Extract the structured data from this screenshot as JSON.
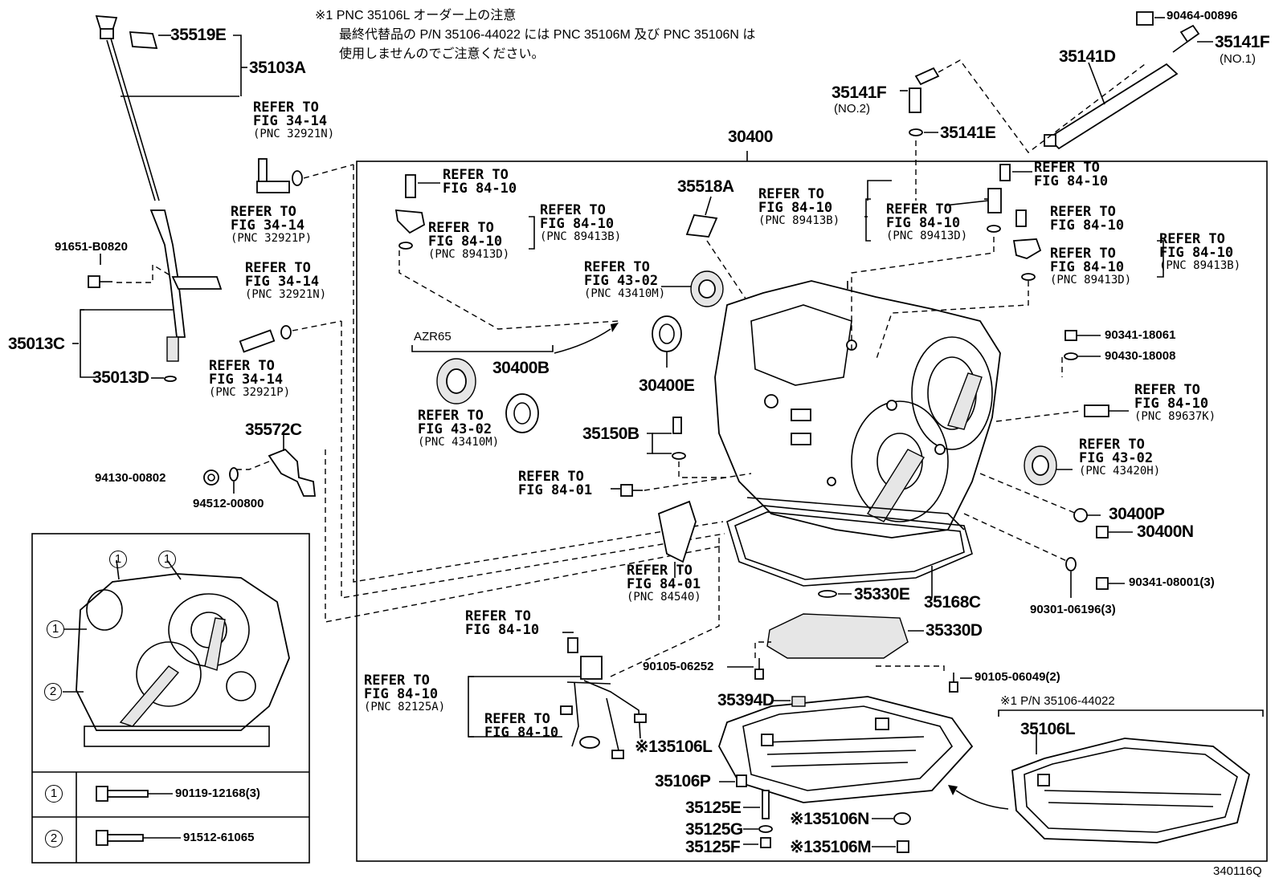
{
  "note": {
    "line1": "※1 PNC 35106L オーダー上の注意",
    "line2": "最終代替品の P/N 35106-44022 には PNC 35106M 及び PNC 35106N は",
    "line3": "使用しませんのでご注意ください。"
  },
  "labels": {
    "p35519E": "35519E",
    "p35103A": "35103A",
    "p91651B0820": "91651-B0820",
    "p35013C": "35013C",
    "p35013D": "35013D",
    "p35572C": "35572C",
    "p9413000802": "94130-00802",
    "p9451200800": "94512-00800",
    "p30400": "30400",
    "p35518A": "35518A",
    "p35141F_no2": "35141F",
    "no2": "(NO.2)",
    "p35141E": "35141E",
    "p35141D": "35141D",
    "p9046400896": "90464-00896",
    "p35141F_no1": "35141F",
    "no1": "(NO.1)",
    "azr65": "AZR65",
    "p30400B": "30400B",
    "p30400E": "30400E",
    "p35150B": "35150B",
    "p9034118061": "90341-18061",
    "p9043018008": "90430-18008",
    "p30400P": "30400P",
    "p30400N": "30400N",
    "p9034108001": "90341-08001(3)",
    "p9030106196": "90301-06196(3)",
    "p35330E": "35330E",
    "p35168C": "35168C",
    "p35330D": "35330D",
    "p9010506252": "90105-06252",
    "p9010506049": "90105-06049(2)",
    "p35394D": "35394D",
    "p35106L_main": "※135106L",
    "p35106P": "35106P",
    "p35125E": "35125E",
    "p35125G": "35125G",
    "p35125F": "35125F",
    "p35106N": "※135106N",
    "p35106M": "※135106M",
    "alt_note": "※1 P/N 35106-44022",
    "p35106L_alt": "35106L",
    "fig_code": "340116Q"
  },
  "refs": [
    {
      "key": "r1",
      "t1": "REFER TO",
      "t2": "FIG 34-14",
      "t3": "(PNC 32921N)"
    },
    {
      "key": "r2",
      "t1": "REFER TO",
      "t2": "FIG 34-14",
      "t3": "(PNC 32921P)"
    },
    {
      "key": "r3",
      "t1": "REFER TO",
      "t2": "FIG 34-14",
      "t3": "(PNC 32921N)"
    },
    {
      "key": "r4",
      "t1": "REFER TO",
      "t2": "FIG 34-14",
      "t3": "(PNC 32921P)"
    },
    {
      "key": "r5",
      "t1": "REFER TO",
      "t2": "FIG 84-10",
      "t3": ""
    },
    {
      "key": "r6",
      "t1": "REFER TO",
      "t2": "FIG 84-10",
      "t3": "(PNC 89413D)"
    },
    {
      "key": "r7",
      "t1": "REFER TO",
      "t2": "FIG 84-10",
      "t3": "(PNC 89413B)"
    },
    {
      "key": "r8",
      "t1": "REFER TO",
      "t2": "FIG 43-02",
      "t3": "(PNC 43410M)"
    },
    {
      "key": "r9",
      "t1": "REFER TO",
      "t2": "FIG 43-02",
      "t3": "(PNC 43410M)"
    },
    {
      "key": "r10",
      "t1": "REFER TO",
      "t2": "FIG 84-10",
      "t3": "(PNC 89413B)"
    },
    {
      "key": "r11",
      "t1": "REFER TO",
      "t2": "FIG 84-10",
      "t3": "(PNC 89413D)"
    },
    {
      "key": "r12",
      "t1": "REFER TO",
      "t2": "FIG 84-10",
      "t3": ""
    },
    {
      "key": "r13",
      "t1": "REFER TO",
      "t2": "FIG 84-10",
      "t3": ""
    },
    {
      "key": "r14",
      "t1": "REFER TO",
      "t2": "FIG 84-10",
      "t3": "(PNC 89413D)"
    },
    {
      "key": "r15",
      "t1": "REFER TO",
      "t2": "FIG 84-10",
      "t3": "(PNC 89413B)"
    },
    {
      "key": "r16",
      "t1": "REFER TO",
      "t2": "FIG 84-10",
      "t3": "(PNC 89637K)"
    },
    {
      "key": "r17",
      "t1": "REFER TO",
      "t2": "FIG 43-02",
      "t3": "(PNC 43420H)"
    },
    {
      "key": "r18",
      "t1": "REFER TO",
      "t2": "FIG 84-01",
      "t3": ""
    },
    {
      "key": "r19",
      "t1": "REFER TO",
      "t2": "FIG 84-01",
      "t3": "(PNC 84540)"
    },
    {
      "key": "r20",
      "t1": "REFER TO",
      "t2": "FIG 84-10",
      "t3": ""
    },
    {
      "key": "r21",
      "t1": "REFER TO",
      "t2": "FIG 84-10",
      "t3": "(PNC 82125A)"
    },
    {
      "key": "r22",
      "t1": "REFER TO",
      "t2": "FIG 84-10",
      "t3": ""
    }
  ],
  "legend": {
    "row1_num": "1",
    "row1_part": "90119-12168(3)",
    "row2_num": "2",
    "row2_part": "91512-61065"
  }
}
